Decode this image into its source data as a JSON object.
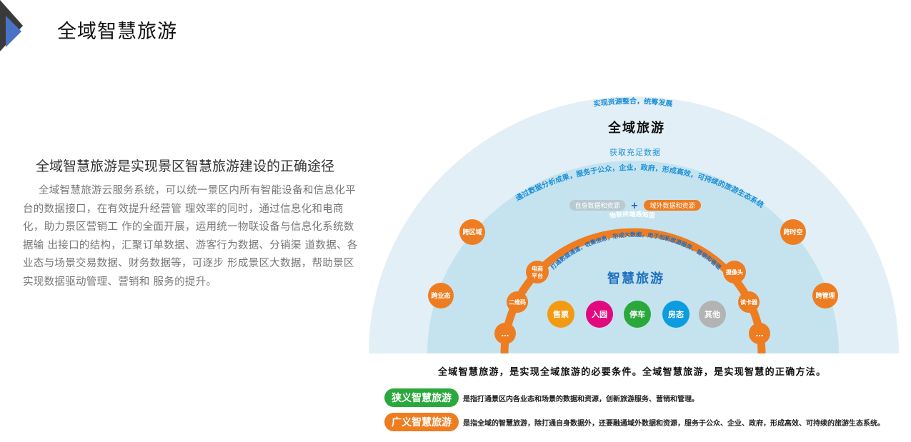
{
  "header": {
    "title": "全域智慧旅游"
  },
  "intro": {
    "heading": "全域智慧旅游是实现景区智慧旅游建设的正确途径",
    "paragraph": "全域智慧旅游云服务系统，可以统一景区内所有智能设备和信息化平台的数据接口，在有效提升经营管 理效率的同时，通过信息化和电商化，助力景区营销工 作的全面开展，运用统一物联设备与信息化系统数据输 出接口的结构，汇聚订单数据、游客行为数据、分销渠 道数据、各业态与场景交易数据、财务数据等，可逐步 形成景区大数据，帮助景区实现数据驱动管理、营销和 服务的提升。"
  },
  "diagram": {
    "outer_arc_text": "实现资源整合，统筹发展",
    "outer_title": "全域旅游",
    "inner_top_text": "获取充足数据",
    "inner_arc_text": "通过数据分析成果，服务于公众，企业，政府，形成高效，可持续的旅游生态系统",
    "own_data": "自身数据和资源",
    "plus": "+",
    "external_data": "域外数据和资源",
    "outer_nodes": [
      "跨区域",
      "跨业态",
      "跨时空",
      "跨管理"
    ],
    "iot_layer": "物联终端感知层",
    "iot_arc_text": "打通数据通道，收集信息，形成大数据，用于创新旅游服务，营销和管理",
    "iot_nodes": [
      "…",
      "二维码",
      "电商",
      "平台",
      "摄像头",
      "读卡器",
      "…"
    ],
    "inner_title": "智慧旅游",
    "business": [
      {
        "label": "售票",
        "color": "#f39a12"
      },
      {
        "label": "入园",
        "color": "#e4087e"
      },
      {
        "label": "停车",
        "color": "#2aa83c"
      },
      {
        "label": "房态",
        "color": "#0d9ce0"
      },
      {
        "label": "其他",
        "color": "#b3b3b3"
      }
    ]
  },
  "summary": "全域智慧旅游，是实现全域旅游的必要条件。全域智慧旅游，是实现智慧的正确方法。",
  "definitions": [
    {
      "label": "狭义智慧旅游",
      "color": "#2aa83c",
      "text": "是指打通景区内各业态和场景的数据和资源，创新旅游服务、营销和管理。"
    },
    {
      "label": "广义智慧旅游",
      "color": "#ee7d22",
      "text": "是指全域的智慧旅游，除打通自身数据外，还要融通域外数据和资源，服务于公众、企业、政府，形成高效、可持续的旅游生态系统。"
    }
  ]
}
